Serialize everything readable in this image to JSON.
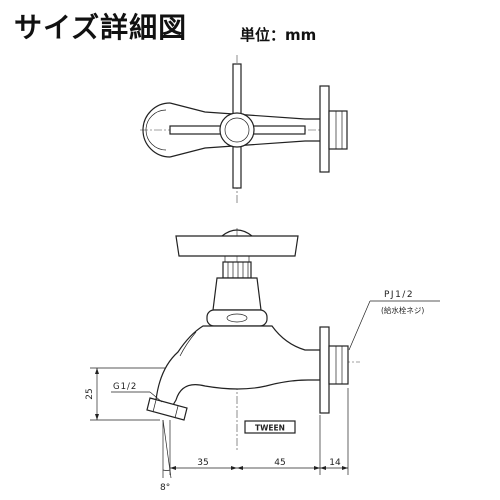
{
  "header": {
    "title": "サイズ詳細図",
    "unit_label": "単位：mm"
  },
  "drawing": {
    "callouts": {
      "pipe_thread": "PJ1/2",
      "pipe_thread_note": "(給水栓ネジ)",
      "outlet_thread": "G1/2"
    },
    "dimensions": {
      "spout_to_center": "35",
      "center_to_flange": "45",
      "flange_to_end": "14",
      "spout_height": "25",
      "spout_angle": "8°"
    },
    "logo_text": "TWEEN"
  }
}
